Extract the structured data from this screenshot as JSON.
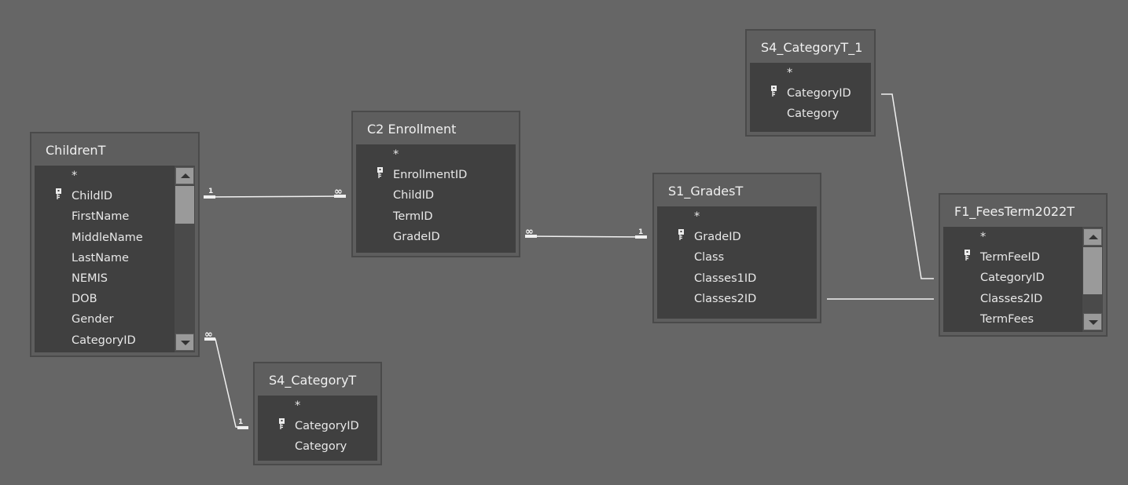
{
  "tables": {
    "children": {
      "title": "ChildrenT",
      "fields": [
        "*",
        "ChildID",
        "FirstName",
        "MiddleName",
        "LastName",
        "NEMIS",
        "DOB",
        "Gender",
        "CategoryID"
      ],
      "key_field": "ChildID"
    },
    "enrollment": {
      "title": "C2 Enrollment",
      "fields": [
        "*",
        "EnrollmentID",
        "ChildID",
        "TermID",
        "GradeID"
      ],
      "key_field": "EnrollmentID"
    },
    "grades": {
      "title": "S1_GradesT",
      "fields": [
        "*",
        "GradeID",
        "Class",
        "Classes1ID",
        "Classes2ID"
      ],
      "key_field": "GradeID"
    },
    "category1": {
      "title": "S4_CategoryT_1",
      "fields": [
        "*",
        "CategoryID",
        "Category"
      ],
      "key_field": "CategoryID"
    },
    "fees": {
      "title": "F1_FeesTerm2022T",
      "fields": [
        "*",
        "TermFeeID",
        "CategoryID",
        "Classes2ID",
        "TermFees"
      ],
      "key_field": "TermFeeID"
    },
    "category": {
      "title": "S4_CategoryT",
      "fields": [
        "*",
        "CategoryID",
        "Category"
      ],
      "key_field": "CategoryID"
    }
  },
  "relationships": {
    "one": "1",
    "many": "∞"
  },
  "colors": {
    "background": "#666666",
    "list": "#404040",
    "text": "#e8e8e8",
    "line": "#f0f0f0"
  }
}
